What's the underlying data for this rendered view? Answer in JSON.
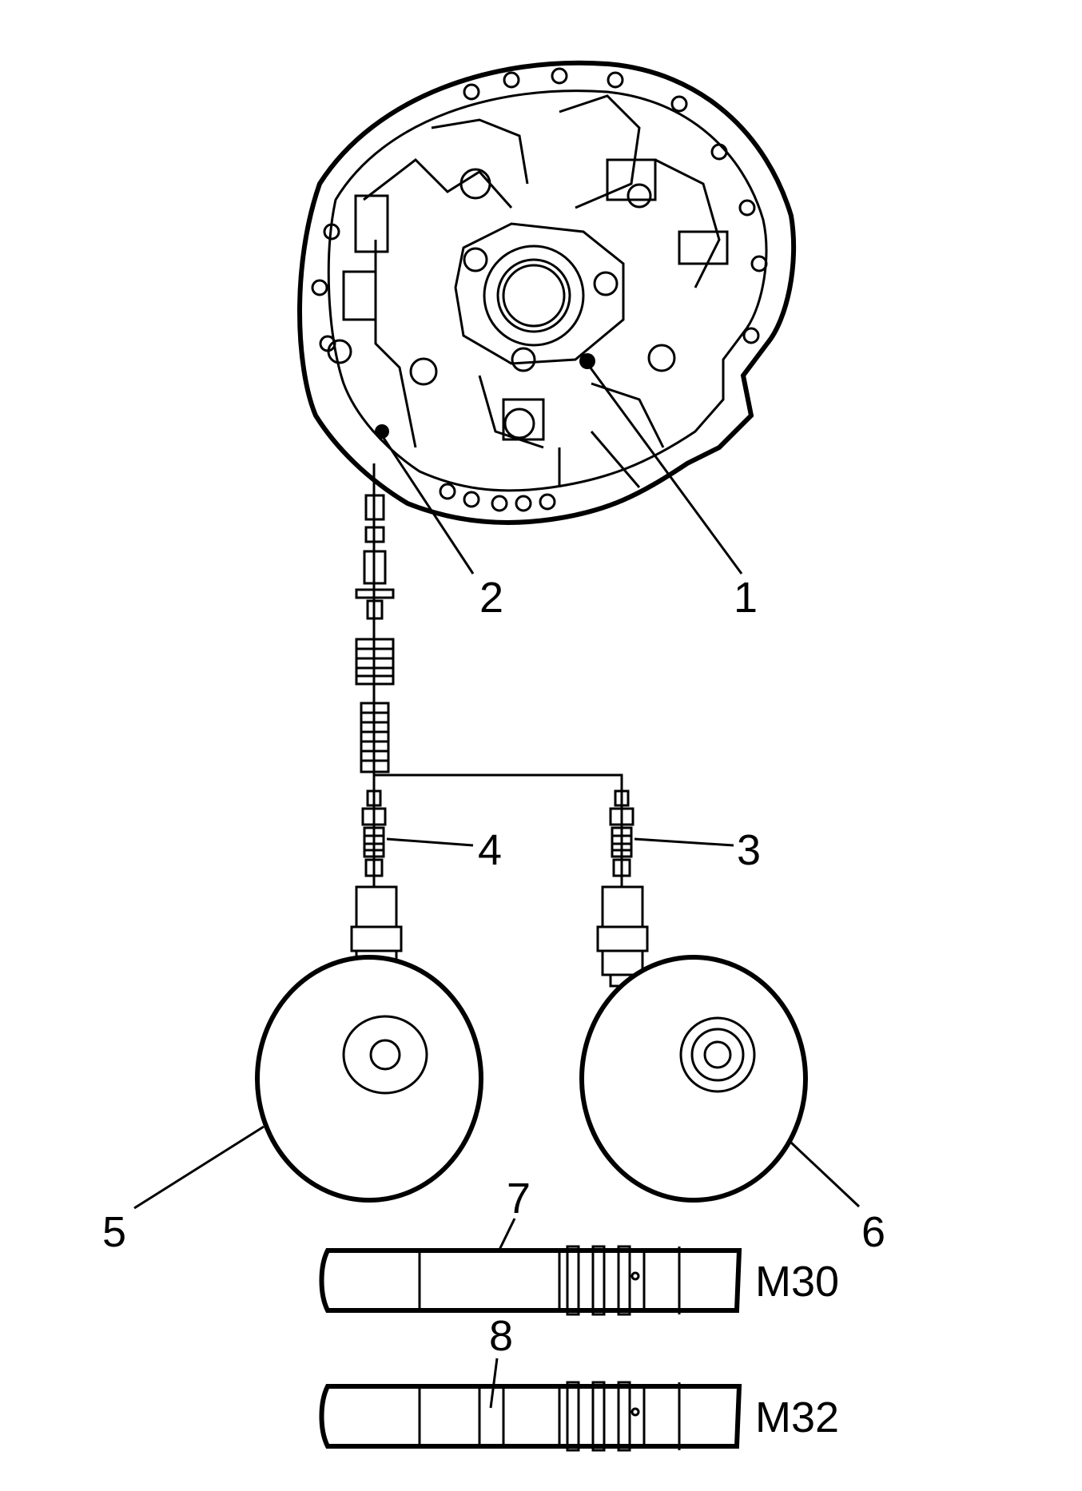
{
  "callouts": {
    "c1": "1",
    "c2": "2",
    "c3": "3",
    "c4": "4",
    "c5": "5",
    "c6": "6",
    "c7": "7",
    "c8": "8"
  },
  "tools": {
    "m30": "M30",
    "m32": "M32"
  }
}
